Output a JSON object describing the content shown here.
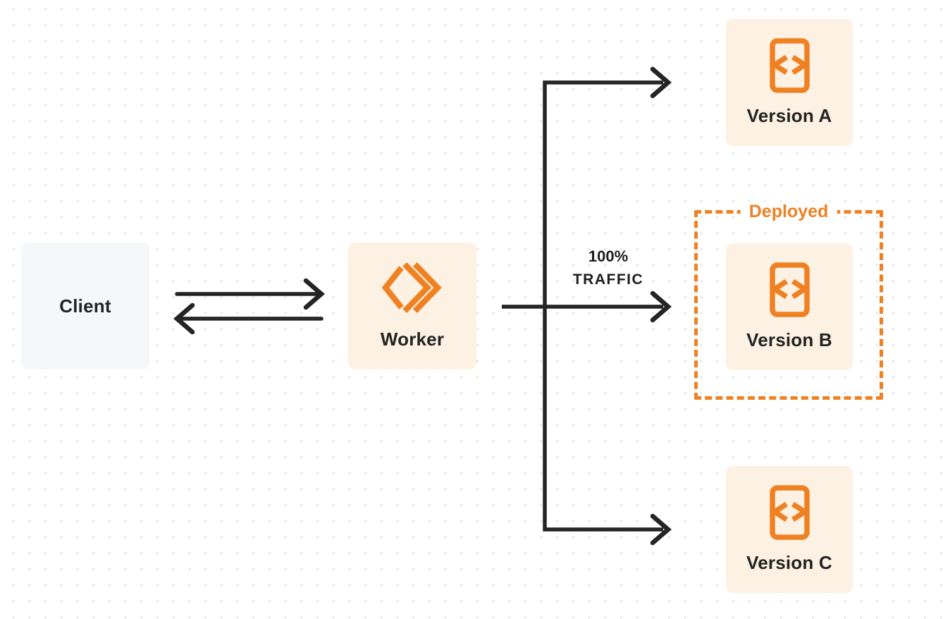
{
  "diagram": {
    "nodes": {
      "client": {
        "label": "Client"
      },
      "worker": {
        "label": "Worker",
        "icon": "workers-double-chevron-icon"
      },
      "version_a": {
        "label": "Version A",
        "icon": "code-file-icon"
      },
      "version_b": {
        "label": "Version B",
        "icon": "code-file-icon"
      },
      "version_c": {
        "label": "Version C",
        "icon": "code-file-icon"
      }
    },
    "annotations": {
      "deployed": {
        "label": "Deployed"
      },
      "traffic": {
        "line1": "100%",
        "line2": "TRAFFIC"
      }
    },
    "colors": {
      "accent_orange": "#EF8123",
      "node_fill_cream": "#FCF1E2",
      "client_fill_gray": "#F6F7F8",
      "arrow_dark": "#242424",
      "label_text": "#232323",
      "dot_grid": "#E3E3E3",
      "background": "#FFFFFF"
    }
  }
}
